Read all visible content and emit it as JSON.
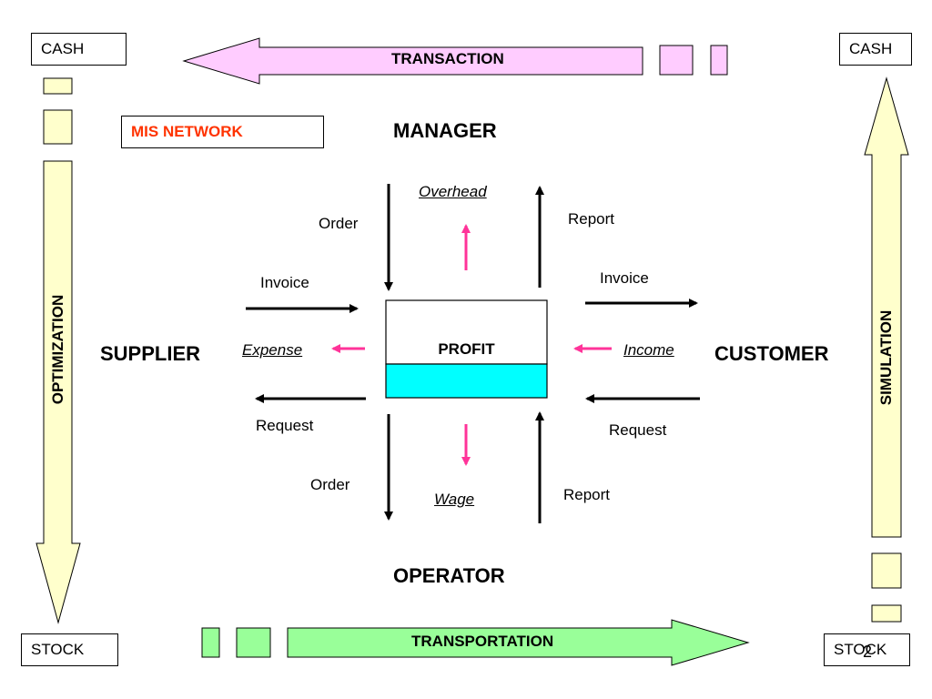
{
  "corners": {
    "top_left": "CASH",
    "top_right": "CASH",
    "bottom_left": "STOCK",
    "bottom_right": "STOCK",
    "page_number": "2"
  },
  "flows": {
    "transaction": "TRANSACTION",
    "transportation": "TRANSPORTATION",
    "optimization": "OPTIMIZATION",
    "simulation": "SIMULATION"
  },
  "mis_network": "MIS NETWORK",
  "roles": {
    "manager": "MANAGER",
    "operator": "OPERATOR",
    "supplier": "SUPPLIER",
    "customer": "CUSTOMER"
  },
  "center": {
    "profit": "PROFIT"
  },
  "labels": {
    "order_top": "Order",
    "overhead": "Overhead",
    "report_top": "Report",
    "invoice_left": "Invoice",
    "invoice_right": "Invoice",
    "expense": "Expense",
    "income": "Income",
    "request_left": "Request",
    "request_right": "Request",
    "order_bottom": "Order",
    "wage": "Wage",
    "report_bottom": "Report"
  },
  "colors": {
    "transaction_fill": "#ffccff",
    "transportation_fill": "#99ff99",
    "side_fill": "#ffffcc",
    "profit_fill": "#00ffff",
    "mis_text": "#ff3300",
    "pink_arrow": "#ff3399"
  }
}
